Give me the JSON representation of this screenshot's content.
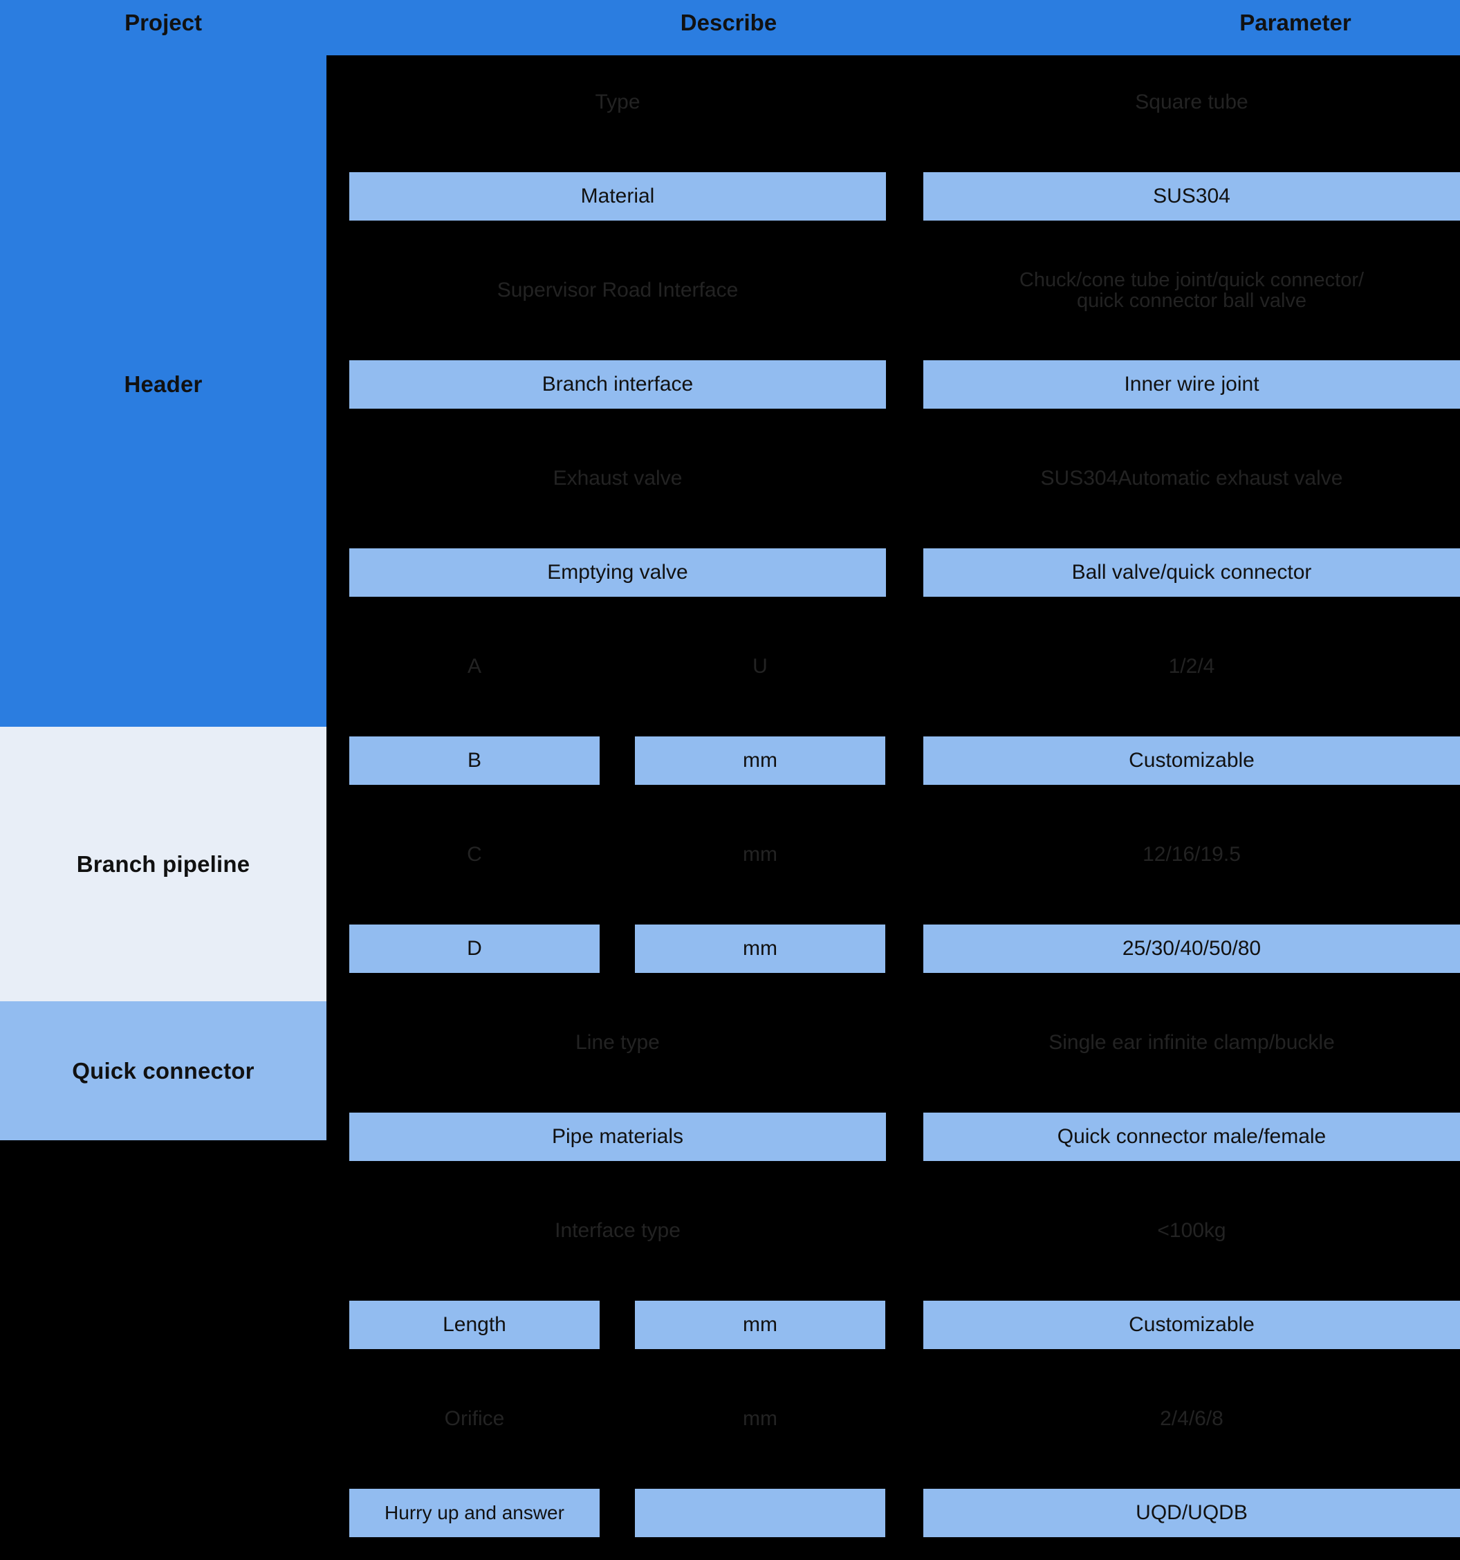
{
  "header": {
    "project_label": "Project",
    "describe_label": "Describe",
    "parameter_label": "Parameter"
  },
  "colors": {
    "brand_blue": "#2b7de0",
    "light_blue": "#92bcf0",
    "pale_blue": "#e8eef7",
    "row_bg": "#000000",
    "dim_text": "#232323",
    "text": "#111111"
  },
  "sections": [
    {
      "label": "Header"
    },
    {
      "label": "Branch pipeline"
    },
    {
      "label": "Quick connector"
    }
  ],
  "rows": [
    {
      "style": "dim",
      "split": false,
      "describe": "Type",
      "param": "Square tube"
    },
    {
      "style": "lit",
      "split": false,
      "describe": "Material",
      "param": "SUS304"
    },
    {
      "style": "dim",
      "split": false,
      "describe": "Supervisor Road Interface",
      "param": "Chuck/cone tube joint/quick connector/\nquick connector ball valve"
    },
    {
      "style": "lit",
      "split": false,
      "describe": "Branch interface",
      "param": "Inner wire joint"
    },
    {
      "style": "dim",
      "split": false,
      "describe": "Exhaust valve",
      "param": "SUS304Automatic exhaust valve"
    },
    {
      "style": "lit",
      "split": false,
      "describe": "Emptying valve",
      "param": "Ball valve/quick connector"
    },
    {
      "style": "dim",
      "split": true,
      "describe_a": "A",
      "describe_b": "U",
      "param": "1/2/4"
    },
    {
      "style": "lit",
      "split": true,
      "describe_a": "B",
      "describe_b": "mm",
      "param": "Customizable"
    },
    {
      "style": "dim",
      "split": true,
      "describe_a": "C",
      "describe_b": "mm",
      "param": "12/16/19.5"
    },
    {
      "style": "lit",
      "split": true,
      "describe_a": "D",
      "describe_b": "mm",
      "param": "25/30/40/50/80"
    },
    {
      "style": "dim",
      "split": false,
      "describe": "Line type",
      "param": "Single ear infinite clamp/buckle"
    },
    {
      "style": "lit",
      "split": false,
      "describe": "Pipe materials",
      "param": "Quick connector male/female"
    },
    {
      "style": "dim",
      "split": false,
      "describe": "Interface type",
      "param": "<100kg"
    },
    {
      "style": "lit",
      "split": true,
      "describe_a": "Length",
      "describe_b": "mm",
      "param": "Customizable"
    },
    {
      "style": "dim",
      "split": true,
      "describe_a": "Orifice",
      "describe_b": "mm",
      "param": "2/4/6/8"
    },
    {
      "style": "lit",
      "split": true,
      "describe_a": "Hurry up and answer",
      "describe_b": "",
      "param": "UQD/UQDB"
    }
  ]
}
